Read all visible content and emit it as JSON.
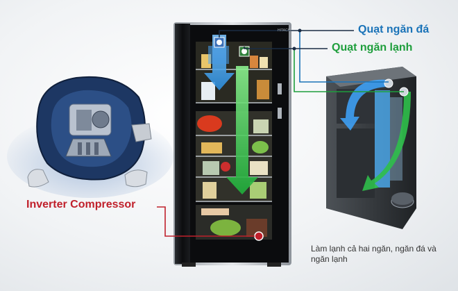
{
  "labels": {
    "freezer_fan": "Quạt ngăn đá",
    "fridge_fan": "Quạt ngăn lạnh",
    "compressor": "Inverter Compressor",
    "caption": "Làm lạnh cả hai ngăn, ngăn đá và ngăn lạnh"
  },
  "brand_mark": "HITACHI",
  "colors": {
    "freezer_airflow": "#3ea6ff",
    "fridge_airflow": "#2fbf4a",
    "compressor_accent": "#c0202b",
    "freezer_label": "#1a73b8",
    "fridge_label": "#1e9e3c"
  }
}
